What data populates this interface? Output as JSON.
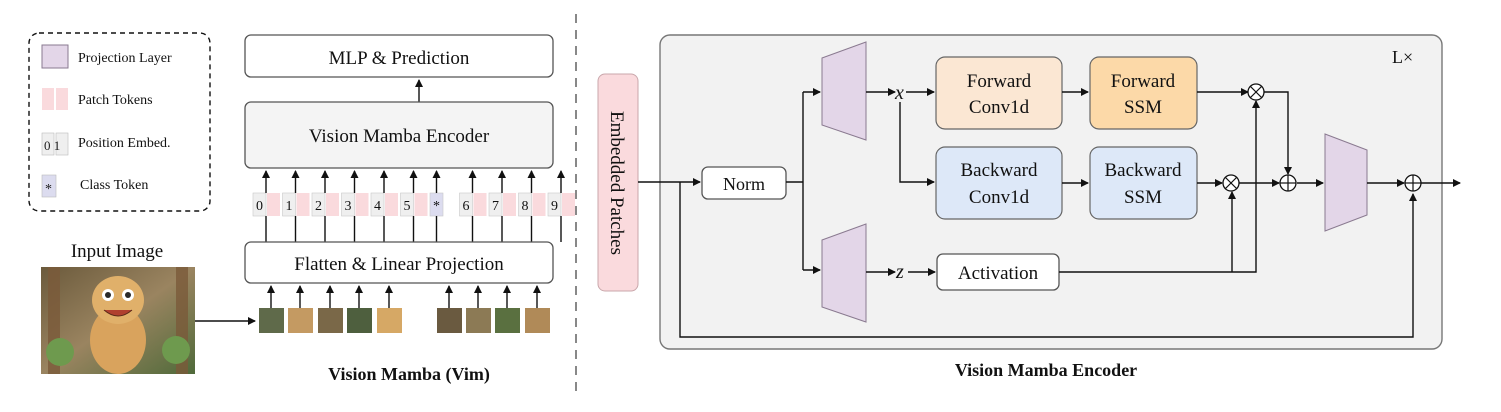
{
  "legend": {
    "items": [
      {
        "key": "projection",
        "label": "Projection Layer"
      },
      {
        "key": "patch",
        "label": "Patch Tokens"
      },
      {
        "key": "position",
        "label": "Position Embed.",
        "swatch": "0 1"
      },
      {
        "key": "class",
        "label": "Class Token",
        "swatch": "*"
      }
    ]
  },
  "vim": {
    "mlp_label": "MLP & Prediction",
    "encoder_label": "Vision Mamba Encoder",
    "flatten_label": "Flatten & Linear Projection",
    "input_image_label": "Input Image",
    "caption": "Vision Mamba (Vim)",
    "tokens": [
      "0",
      "1",
      "2",
      "3",
      "4",
      "5",
      "*",
      "6",
      "7",
      "8",
      "9"
    ]
  },
  "encoder": {
    "embedded_label": "Embedded Patches",
    "norm_label": "Norm",
    "x_label": "x",
    "z_label": "z",
    "fwd_conv": [
      "Forward",
      "Conv1d"
    ],
    "fwd_ssm": [
      "Forward",
      "SSM"
    ],
    "bwd_conv": [
      "Backward",
      "Conv1d"
    ],
    "bwd_ssm": [
      "Backward",
      "SSM"
    ],
    "activation_label": "Activation",
    "repeat_label": "L×",
    "caption": "Vision Mamba Encoder",
    "multiply_symbol": "⊗",
    "add_symbol": "⊕"
  },
  "colors": {
    "projection": "#e3d6e8",
    "patch": "#fadadd",
    "position": "#efefef",
    "class": "#dcdcef",
    "forward": "#fbe7d3",
    "forward_ssm": "#fcd9a8",
    "backward": "#dde8f8",
    "panel": "#f2f2f2"
  }
}
